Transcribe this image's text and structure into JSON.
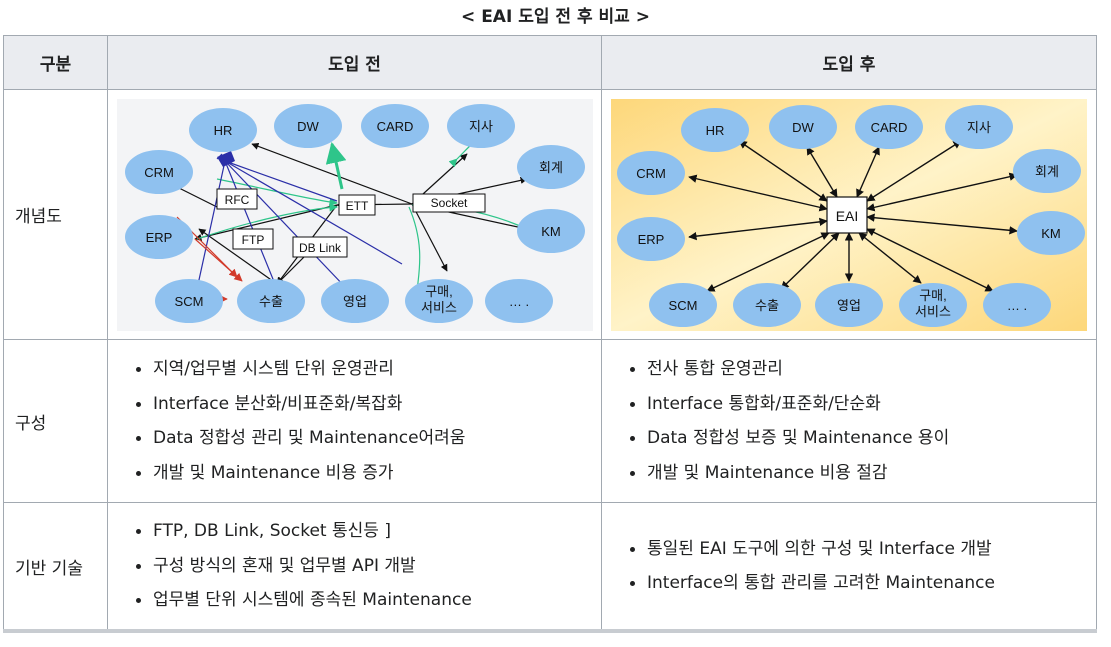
{
  "caption": "< EAI 도입 전 후 비교 >",
  "headers": [
    "구분",
    "도입 전",
    "도입 후"
  ],
  "rows": {
    "concept": {
      "label": "개념도"
    },
    "config": {
      "label": "구성",
      "before": [
        "지역/업무별 시스템 단위 운영관리",
        "Interface 분산화/비표준화/복잡화",
        "Data 정합성 관리 및 Maintenance어려움",
        "개발 및 Maintenance 비용 증가"
      ],
      "after": [
        "전사 통합 운영관리",
        "Interface 통합화/표준화/단순화",
        "Data 정합성 보증 및 Maintenance 용이",
        "개발 및 Maintenance 비용 절감"
      ]
    },
    "tech": {
      "label": "기반 기술",
      "before": [
        "FTP, DB Link, Socket 통신등 ]",
        "구성 방식의 혼재 및 업무별 API 개발",
        "업무별 단위 시스템에 종속된 Maintenance"
      ],
      "after": [
        "통일된 EAI 도구에 의한 구성 및 Interface 개발",
        "Interface의 통합 관리를 고려한 Maintenance"
      ]
    }
  },
  "diagram_before": {
    "nodes": [
      "HR",
      "DW",
      "CARD",
      "지사",
      "CRM",
      "회계",
      "ERP",
      "KM",
      "SCM",
      "수출",
      "영업",
      "구매,",
      "서비스",
      "… ."
    ],
    "boxes": [
      "RFC",
      "ETT",
      "Socket",
      "FTP",
      "DB Link"
    ],
    "colors": {
      "node": "#8fc1ef",
      "background": "#f3f4f6",
      "green": "#2ec58a",
      "navy": "#2b2fa8",
      "red": "#d23a2a"
    }
  },
  "diagram_after": {
    "nodes": [
      "HR",
      "DW",
      "CARD",
      "지사",
      "CRM",
      "회계",
      "ERP",
      "KM",
      "SCM",
      "수출",
      "영업",
      "구매,",
      "서비스",
      "… ."
    ],
    "hub": "EAI",
    "colors": {
      "node": "#8fc1ef",
      "background": "#fde9a6"
    }
  }
}
